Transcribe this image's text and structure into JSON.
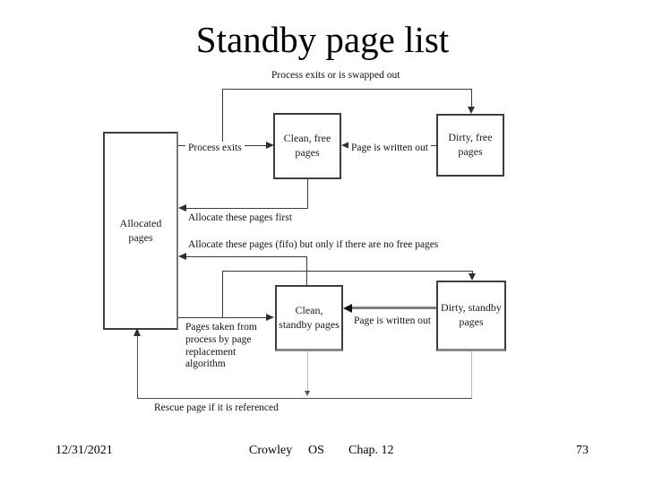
{
  "slide": {
    "title": "Standby page list",
    "footer": {
      "date": "12/31/2021",
      "author": "Crowley",
      "course": "OS",
      "chapter": "Chap. 12",
      "page_number": "73"
    }
  },
  "diagram": {
    "boxes": {
      "allocated": "Allocated pages",
      "clean_free": "Clean, free pages",
      "dirty_free": "Dirty, free pages",
      "clean_standby": "Clean, standby pages",
      "dirty_standby": "Dirty, standby pages"
    },
    "edges": {
      "swapped_out": "Process exits or is swapped out",
      "process_exits": "Process exits",
      "written_out_top": "Page is written out",
      "allocate_first": "Allocate these pages first",
      "allocate_fifo": "Allocate these pages (fifo) but only if there are no free pages",
      "replacement": "Pages taken from process by page replacement algorithm",
      "written_out_bottom": "Page is written out",
      "rescue": "Rescue page if it is referenced"
    },
    "colors": {
      "line": "#3a3a3a",
      "thick_line": "#808080",
      "box_border": "#3d3d3d",
      "background": "#ffffff",
      "text": "#1a1a1a"
    }
  }
}
